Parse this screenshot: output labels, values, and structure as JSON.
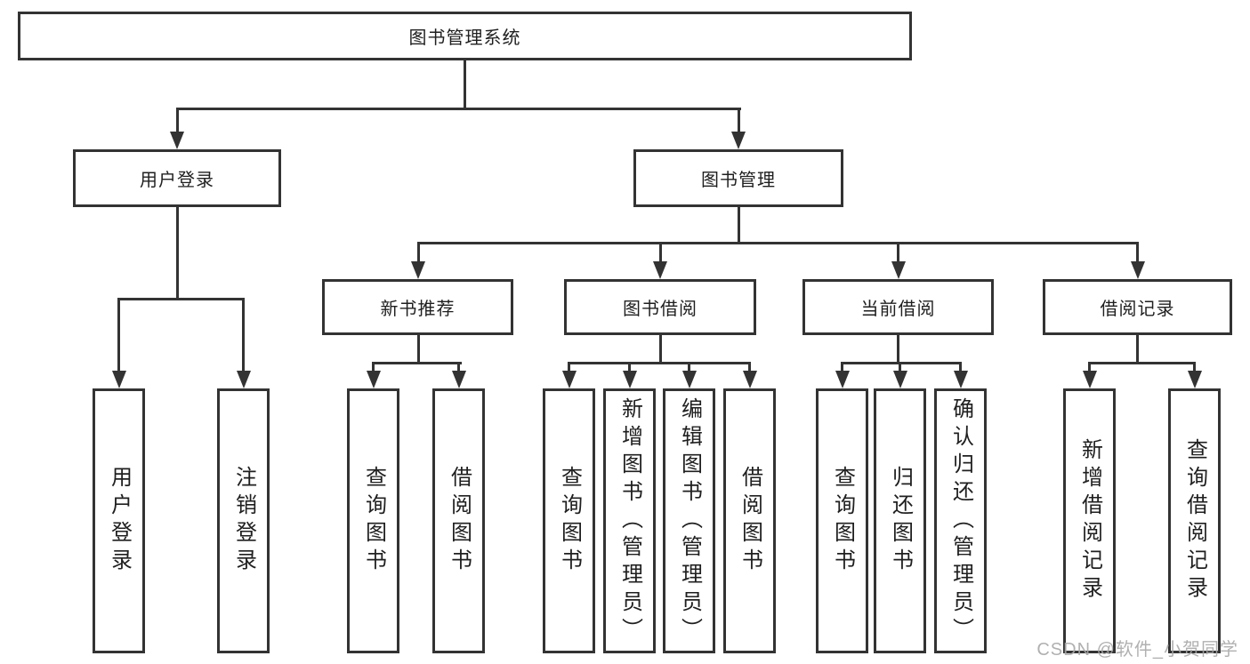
{
  "diagram": {
    "type": "hierarchy-tree",
    "tree": {
      "root": {
        "label": "图书管理系统",
        "children": [
          {
            "label": "用户登录",
            "children": [
              {
                "label": "用户登录"
              },
              {
                "label": "注销登录"
              }
            ]
          },
          {
            "label": "图书管理",
            "children": [
              {
                "label": "新书推荐",
                "children": [
                  {
                    "label": "查询图书"
                  },
                  {
                    "label": "借阅图书"
                  }
                ]
              },
              {
                "label": "图书借阅",
                "children": [
                  {
                    "label": "查询图书"
                  },
                  {
                    "label": "新增图书（管理员）"
                  },
                  {
                    "label": "编辑图书（管理员）"
                  },
                  {
                    "label": "借阅图书"
                  }
                ]
              },
              {
                "label": "当前借阅",
                "children": [
                  {
                    "label": "查询图书"
                  },
                  {
                    "label": "归还图书"
                  },
                  {
                    "label": "确认归还（管理员）"
                  }
                ]
              },
              {
                "label": "借阅记录",
                "children": [
                  {
                    "label": "新增借阅记录"
                  },
                  {
                    "label": "查询借阅记录"
                  }
                ]
              }
            ]
          }
        ]
      }
    },
    "colors": {
      "line": "#333333",
      "text": "#1f1f1f",
      "background": "#ffffff",
      "watermark": "#a8a8a8"
    }
  },
  "watermark": {
    "text": "CSDN @软件_小贺同学"
  }
}
